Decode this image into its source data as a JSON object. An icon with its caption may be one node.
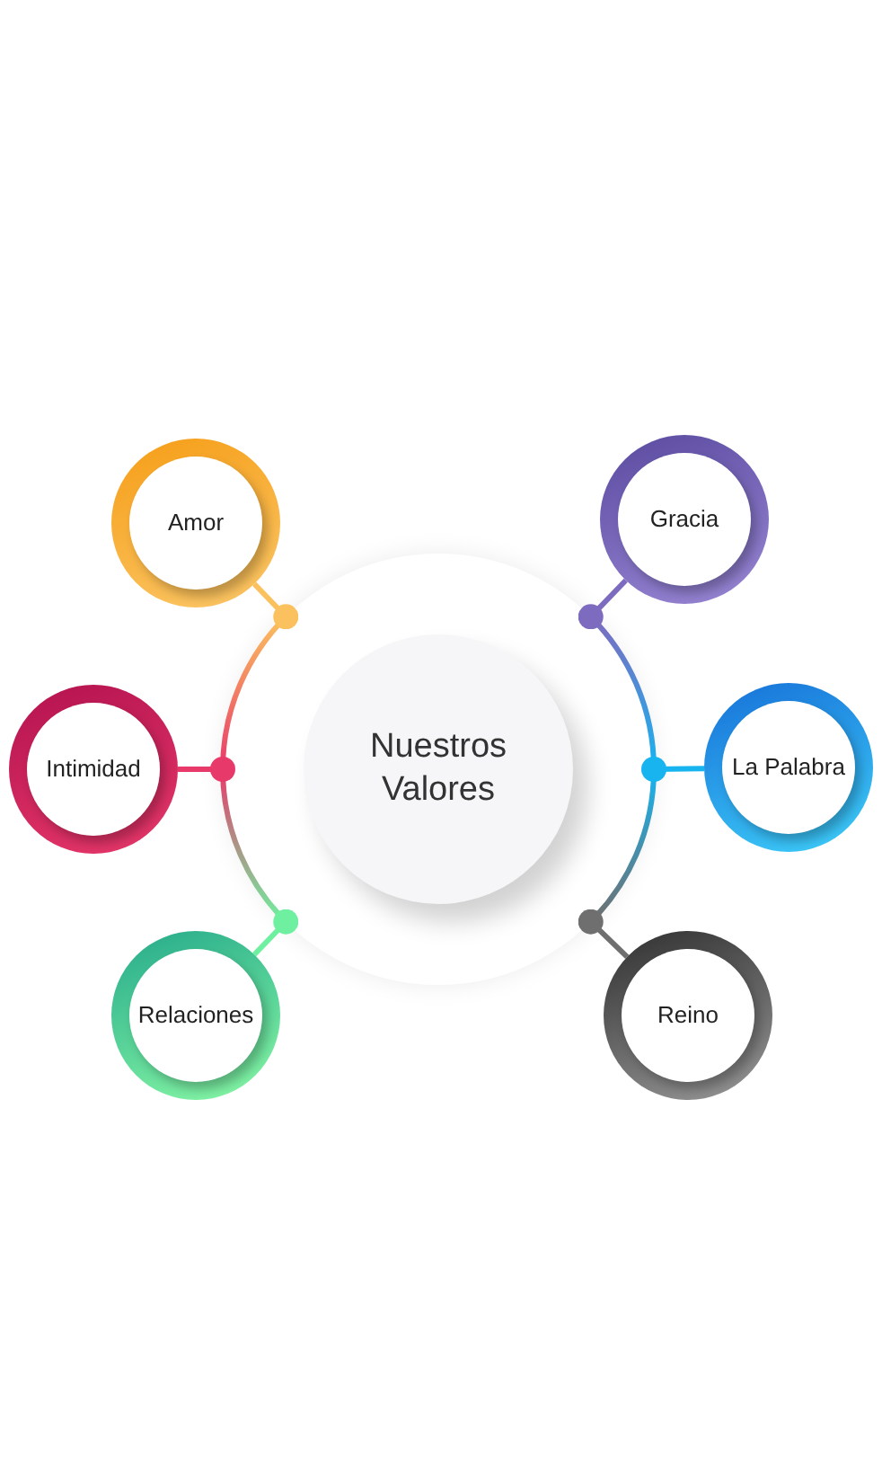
{
  "diagram": {
    "nodes": [
      {
        "text": [
          "Nuestros Valores"
        ]
      },
      {
        "text": [
          "Amor"
        ]
      },
      {
        "text": [
          "Intimidad"
        ]
      },
      {
        "text": [
          "Relaciones"
        ]
      },
      {
        "text": [
          "Gracia"
        ]
      },
      {
        "text": [
          "La Palabra"
        ]
      },
      {
        "text": [
          "Reino"
        ]
      }
    ],
    "edges": [
      {
        "from": 0,
        "to": 1,
        "arrow": "other",
        "color": "#fbc15e"
      },
      {
        "from": 0,
        "to": 2,
        "arrow": "other",
        "color": "#e8396b"
      },
      {
        "from": 0,
        "to": 3,
        "arrow": "other",
        "color": "#6ff0a0"
      },
      {
        "from": 0,
        "to": 4,
        "arrow": "other",
        "color": "#7d6bc0"
      },
      {
        "from": 0,
        "to": 5,
        "arrow": "other",
        "color": "#17b4f0"
      },
      {
        "from": 0,
        "to": 6,
        "arrow": "other",
        "color": "#6f6f6f"
      }
    ]
  }
}
